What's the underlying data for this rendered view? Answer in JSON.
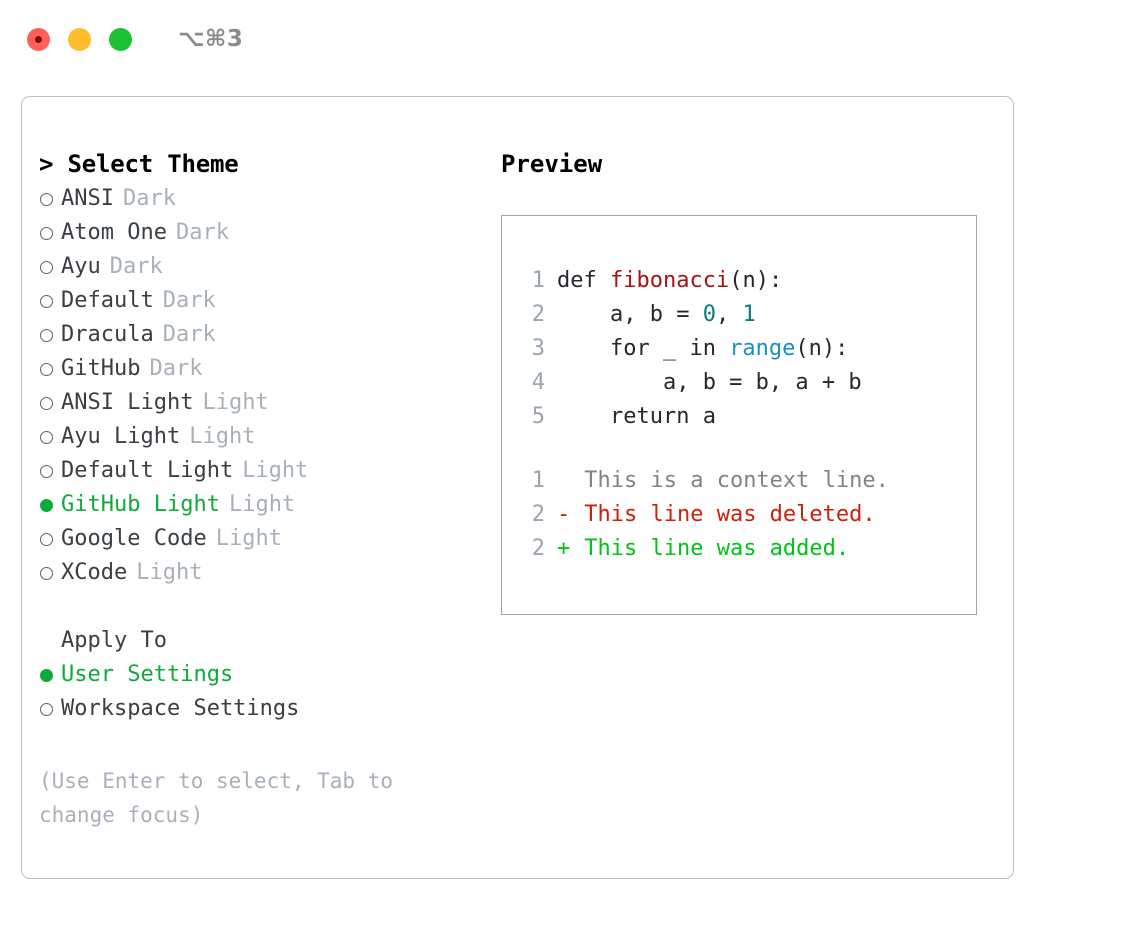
{
  "window": {
    "shortcut": "⌥⌘3",
    "traffic_lights": [
      {
        "name": "close",
        "color": "#ff6058"
      },
      {
        "name": "minimize",
        "color": "#ffbd2e"
      },
      {
        "name": "maximize",
        "color": "#1ac234"
      }
    ]
  },
  "theme_picker": {
    "heading": "> Select Theme",
    "caret": ">",
    "items": [
      {
        "label": "ANSI",
        "kind": "Dark",
        "selected": false
      },
      {
        "label": "Atom One",
        "kind": "Dark",
        "selected": false
      },
      {
        "label": "Ayu",
        "kind": "Dark",
        "selected": false
      },
      {
        "label": "Default",
        "kind": "Dark",
        "selected": false
      },
      {
        "label": "Dracula",
        "kind": "Dark",
        "selected": false
      },
      {
        "label": "GitHub",
        "kind": "Dark",
        "selected": false
      },
      {
        "label": "ANSI Light",
        "kind": "Light",
        "selected": false
      },
      {
        "label": "Ayu Light",
        "kind": "Light",
        "selected": false
      },
      {
        "label": "Default Light",
        "kind": "Light",
        "selected": false
      },
      {
        "label": "GitHub Light",
        "kind": "Light",
        "selected": true
      },
      {
        "label": "Google Code",
        "kind": "Light",
        "selected": false
      },
      {
        "label": "XCode",
        "kind": "Light",
        "selected": false
      }
    ]
  },
  "apply_to": {
    "heading": "Apply To",
    "items": [
      {
        "label": "User Settings",
        "selected": true
      },
      {
        "label": "Workspace Settings",
        "selected": false
      }
    ]
  },
  "hint": "(Use Enter to select, Tab to change focus)",
  "preview": {
    "heading": "Preview",
    "code_lines": [
      {
        "num": "1",
        "tokens": [
          {
            "text": "def ",
            "type": "kw"
          },
          {
            "text": "fibonacci",
            "type": "fn"
          },
          {
            "text": "(n):",
            "type": "plain"
          }
        ]
      },
      {
        "num": "2",
        "tokens": [
          {
            "text": "    a, b = ",
            "type": "plain"
          },
          {
            "text": "0",
            "type": "num"
          },
          {
            "text": ", ",
            "type": "plain"
          },
          {
            "text": "1",
            "type": "num"
          }
        ]
      },
      {
        "num": "3",
        "tokens": [
          {
            "text": "    for _ in ",
            "type": "plain"
          },
          {
            "text": "range",
            "type": "call"
          },
          {
            "text": "(n):",
            "type": "plain"
          }
        ]
      },
      {
        "num": "4",
        "tokens": [
          {
            "text": "        a, b = b, a + b",
            "type": "plain"
          }
        ]
      },
      {
        "num": "5",
        "tokens": [
          {
            "text": "    return a",
            "type": "plain"
          }
        ]
      }
    ],
    "diff_lines": [
      {
        "num": "1",
        "sign": " ",
        "text": "This is a context line.",
        "type": "ctx"
      },
      {
        "num": "2",
        "sign": "-",
        "text": "This line was deleted.",
        "type": "del"
      },
      {
        "num": "2",
        "sign": "+",
        "text": "This line was added.",
        "type": "add"
      }
    ]
  },
  "colors": {
    "accent_green": "#0faa3c",
    "muted": "#a8b0ba",
    "border": "#b9c2cc",
    "preview_border": "#9aa5b1",
    "diff_add": "#00c217",
    "diff_del": "#cc2108",
    "token_fn": "#a31515",
    "token_num": "#0a7b7b",
    "token_call": "#1a8fc4"
  }
}
